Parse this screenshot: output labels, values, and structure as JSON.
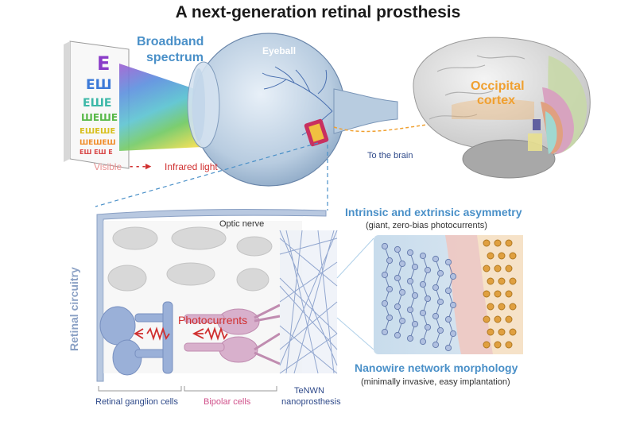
{
  "title": "A next-generation retinal prosthesis",
  "labels": {
    "broadband": "Broadband",
    "spectrum": "spectrum",
    "eyeball": "Eyeball",
    "occipital": "Occipital",
    "cortex": "cortex",
    "visible": "Visible",
    "infrared": "Infrared light",
    "to_brain": "To the brain",
    "optic_nerve": "Optic nerve",
    "retinal_circuitry": "Retinal circuitry",
    "photocurrents": "Photocurrents",
    "asymmetry_title": "Intrinsic and extrinsic asymmetry",
    "asymmetry_sub": "(giant, zero-bias photocurrents)",
    "nanowire_title": "Nanowire network morphology",
    "nanowire_sub": "(minimally invasive, easy implantation)",
    "ganglion": "Retinal ganglion cells",
    "bipolar": "Bipolar cells",
    "tenwn_1": "TeNWN",
    "tenwn_2": "nanoprosthesis"
  },
  "colors": {
    "accent_blue": "#4a90c8",
    "orange": "#f0a030",
    "red": "#d03030",
    "pink": "#d0508a",
    "navy": "#2f4a8a"
  }
}
